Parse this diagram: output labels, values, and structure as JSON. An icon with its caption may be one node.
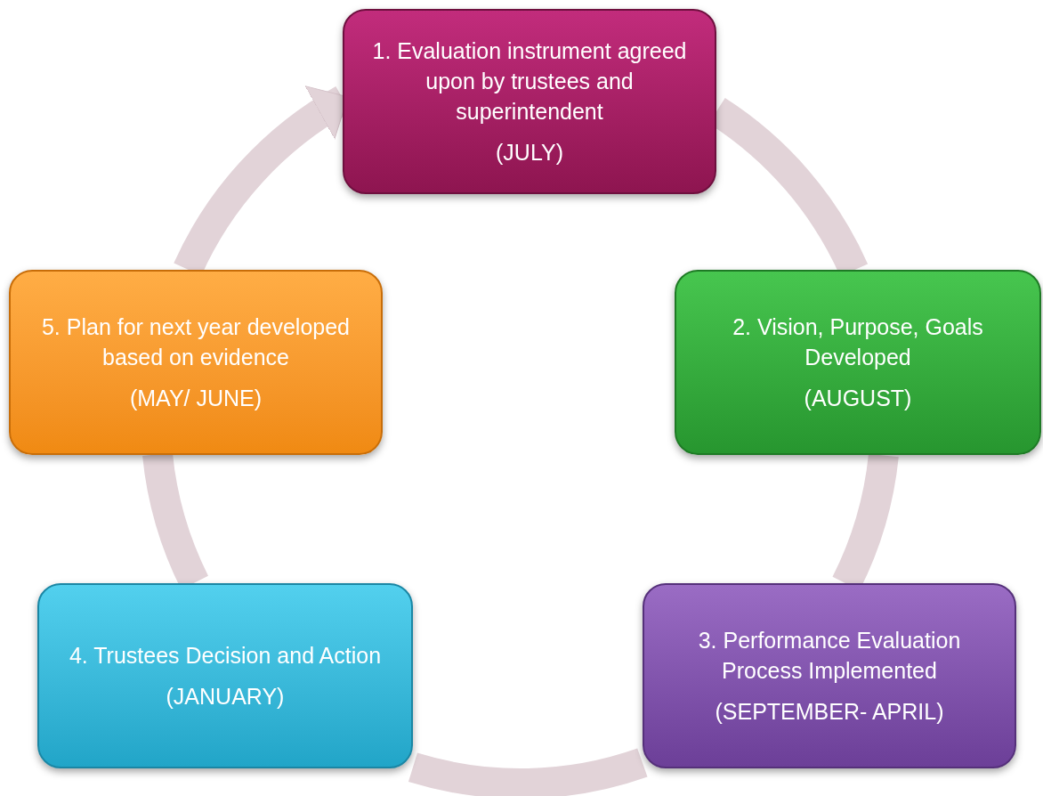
{
  "diagram": {
    "nodes": [
      {
        "text": [
          "1. Evaluation instrument agreed upon by trustees and superintendent",
          "(JULY)"
        ]
      },
      {
        "text": [
          "2. Vision, Purpose, Goals Developed",
          "(AUGUST)"
        ]
      },
      {
        "text": [
          "3. Performance Evaluation Process Implemented",
          "(SEPTEMBER- APRIL)"
        ]
      },
      {
        "text": [
          "4. Trustees Decision and Action",
          "(JANUARY)"
        ]
      },
      {
        "text": [
          "5. Plan for next year developed based on evidence",
          "(MAY/ JUNE)"
        ]
      }
    ],
    "edges": [
      {
        "from": 0,
        "to": 1,
        "arrow": "none"
      },
      {
        "from": 1,
        "to": 2,
        "arrow": "none"
      },
      {
        "from": 2,
        "to": 3,
        "arrow": "none"
      },
      {
        "from": 3,
        "to": 4,
        "arrow": "none"
      },
      {
        "from": 4,
        "to": 0,
        "arrow": "to"
      }
    ]
  }
}
